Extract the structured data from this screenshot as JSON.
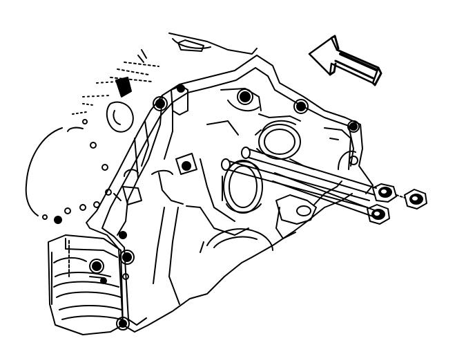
{
  "diagram": {
    "ink_color": "#000000",
    "paper_color": "#ffffff",
    "parts": [
      {
        "name": "engine-block-face"
      },
      {
        "name": "front-cover"
      },
      {
        "name": "cam-bore-seal"
      },
      {
        "name": "crank-bore"
      },
      {
        "name": "cover-bolt"
      },
      {
        "name": "bolt-nut"
      },
      {
        "name": "direction-arrow"
      }
    ],
    "bolt_count": 3,
    "arrow_icon": "direction-arrow-icon"
  }
}
